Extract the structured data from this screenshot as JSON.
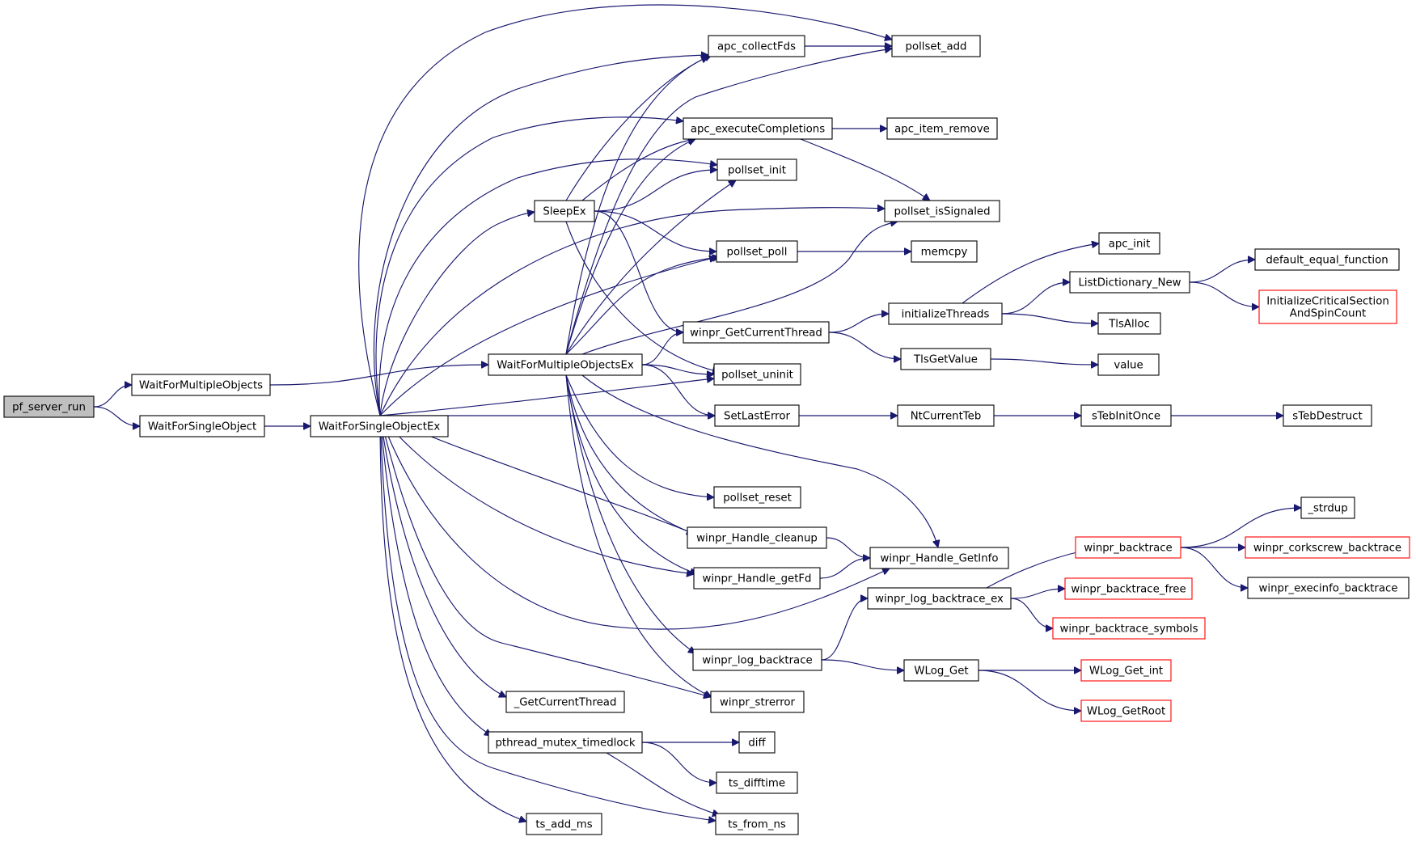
{
  "colors": {
    "edge": "#191970",
    "root_fill": "#bfbfbf",
    "node_border": "#000000",
    "truncated_border": "#ff0000"
  },
  "nodes": {
    "pf_server_run": {
      "label": [
        "pf_server_run"
      ],
      "kind": "root"
    },
    "WaitForMultipleObjects": {
      "label": [
        "WaitForMultipleObjects"
      ]
    },
    "WaitForSingleObject": {
      "label": [
        "WaitForSingleObject"
      ]
    },
    "WaitForSingleObjectEx": {
      "label": [
        "WaitForSingleObjectEx"
      ]
    },
    "WaitForMultipleObjectsEx": {
      "label": [
        "WaitForMultipleObjectsEx"
      ]
    },
    "SleepEx": {
      "label": [
        "SleepEx"
      ]
    },
    "apc_collectFds": {
      "label": [
        "apc_collectFds"
      ]
    },
    "pollset_add": {
      "label": [
        "pollset_add"
      ]
    },
    "apc_executeCompletions": {
      "label": [
        "apc_executeCompletions"
      ]
    },
    "apc_item_remove": {
      "label": [
        "apc_item_remove"
      ]
    },
    "pollset_init": {
      "label": [
        "pollset_init"
      ]
    },
    "pollset_isSignaled": {
      "label": [
        "pollset_isSignaled"
      ]
    },
    "pollset_poll": {
      "label": [
        "pollset_poll"
      ]
    },
    "memcpy": {
      "label": [
        "memcpy"
      ]
    },
    "apc_init": {
      "label": [
        "apc_init"
      ]
    },
    "ListDictionary_New": {
      "label": [
        "ListDictionary_New"
      ]
    },
    "default_equal_function": {
      "label": [
        "default_equal_function"
      ]
    },
    "InitializeCriticalSectionAndSpinCount": {
      "label": [
        "InitializeCriticalSection",
        "AndSpinCount"
      ],
      "kind": "truncated"
    },
    "initializeThreads": {
      "label": [
        "initializeThreads"
      ]
    },
    "TlsAlloc": {
      "label": [
        "TlsAlloc"
      ]
    },
    "winpr_GetCurrentThread": {
      "label": [
        "winpr_GetCurrentThread"
      ]
    },
    "TlsGetValue": {
      "label": [
        "TlsGetValue"
      ]
    },
    "value": {
      "label": [
        "value"
      ]
    },
    "pollset_uninit": {
      "label": [
        "pollset_uninit"
      ]
    },
    "SetLastError": {
      "label": [
        "SetLastError"
      ]
    },
    "NtCurrentTeb": {
      "label": [
        "NtCurrentTeb"
      ]
    },
    "sTebInitOnce": {
      "label": [
        "sTebInitOnce"
      ]
    },
    "sTebDestruct": {
      "label": [
        "sTebDestruct"
      ]
    },
    "pollset_reset": {
      "label": [
        "pollset_reset"
      ]
    },
    "_strdup": {
      "label": [
        "_strdup"
      ]
    },
    "winpr_Handle_cleanup": {
      "label": [
        "winpr_Handle_cleanup"
      ]
    },
    "winpr_backtrace": {
      "label": [
        "winpr_backtrace"
      ],
      "kind": "truncated"
    },
    "winpr_corkscrew_backtrace": {
      "label": [
        "winpr_corkscrew_backtrace"
      ],
      "kind": "truncated"
    },
    "winpr_Handle_GetInfo": {
      "label": [
        "winpr_Handle_GetInfo"
      ]
    },
    "winpr_Handle_getFd": {
      "label": [
        "winpr_Handle_getFd"
      ]
    },
    "winpr_execinfo_backtrace": {
      "label": [
        "winpr_execinfo_backtrace"
      ]
    },
    "winpr_log_backtrace_ex": {
      "label": [
        "winpr_log_backtrace_ex"
      ]
    },
    "winpr_backtrace_free": {
      "label": [
        "winpr_backtrace_free"
      ],
      "kind": "truncated"
    },
    "winpr_backtrace_symbols": {
      "label": [
        "winpr_backtrace_symbols"
      ],
      "kind": "truncated"
    },
    "winpr_log_backtrace": {
      "label": [
        "winpr_log_backtrace"
      ]
    },
    "WLog_Get": {
      "label": [
        "WLog_Get"
      ]
    },
    "WLog_Get_int": {
      "label": [
        "WLog_Get_int"
      ],
      "kind": "truncated"
    },
    "_GetCurrentThread": {
      "label": [
        "_GetCurrentThread"
      ]
    },
    "winpr_strerror": {
      "label": [
        "winpr_strerror"
      ]
    },
    "WLog_GetRoot": {
      "label": [
        "WLog_GetRoot"
      ],
      "kind": "truncated"
    },
    "pthread_mutex_timedlock": {
      "label": [
        "pthread_mutex_timedlock"
      ]
    },
    "diff": {
      "label": [
        "diff"
      ]
    },
    "ts_difftime": {
      "label": [
        "ts_difftime"
      ]
    },
    "ts_add_ms": {
      "label": [
        "ts_add_ms"
      ]
    },
    "ts_from_ns": {
      "label": [
        "ts_from_ns"
      ]
    }
  },
  "edges": [
    [
      "pf_server_run",
      "WaitForMultipleObjects"
    ],
    [
      "pf_server_run",
      "WaitForSingleObject"
    ],
    [
      "WaitForMultipleObjects",
      "WaitForMultipleObjectsEx"
    ],
    [
      "WaitForSingleObject",
      "WaitForSingleObjectEx"
    ],
    [
      "WaitForSingleObjectEx",
      "pollset_add"
    ],
    [
      "WaitForSingleObjectEx",
      "apc_collectFds"
    ],
    [
      "WaitForSingleObjectEx",
      "apc_executeCompletions"
    ],
    [
      "WaitForSingleObjectEx",
      "pollset_init"
    ],
    [
      "WaitForSingleObjectEx",
      "SleepEx"
    ],
    [
      "WaitForSingleObjectEx",
      "pollset_isSignaled"
    ],
    [
      "WaitForSingleObjectEx",
      "pollset_poll"
    ],
    [
      "WaitForSingleObjectEx",
      "pollset_uninit"
    ],
    [
      "WaitForSingleObjectEx",
      "SetLastError"
    ],
    [
      "WaitForSingleObjectEx",
      "winpr_Handle_cleanup"
    ],
    [
      "WaitForSingleObjectEx",
      "winpr_Handle_getFd"
    ],
    [
      "WaitForSingleObjectEx",
      "winpr_Handle_GetInfo"
    ],
    [
      "WaitForSingleObjectEx",
      "winpr_strerror"
    ],
    [
      "WaitForSingleObjectEx",
      "_GetCurrentThread"
    ],
    [
      "WaitForSingleObjectEx",
      "pthread_mutex_timedlock"
    ],
    [
      "WaitForSingleObjectEx",
      "ts_from_ns"
    ],
    [
      "WaitForSingleObjectEx",
      "ts_add_ms"
    ],
    [
      "SleepEx",
      "apc_collectFds"
    ],
    [
      "SleepEx",
      "apc_executeCompletions"
    ],
    [
      "SleepEx",
      "pollset_init"
    ],
    [
      "SleepEx",
      "pollset_poll"
    ],
    [
      "SleepEx",
      "winpr_GetCurrentThread"
    ],
    [
      "SleepEx",
      "pollset_uninit"
    ],
    [
      "WaitForMultipleObjectsEx",
      "apc_collectFds"
    ],
    [
      "WaitForMultipleObjectsEx",
      "pollset_add"
    ],
    [
      "WaitForMultipleObjectsEx",
      "apc_executeCompletions"
    ],
    [
      "WaitForMultipleObjectsEx",
      "pollset_init"
    ],
    [
      "WaitForMultipleObjectsEx",
      "pollset_isSignaled"
    ],
    [
      "WaitForMultipleObjectsEx",
      "pollset_poll"
    ],
    [
      "WaitForMultipleObjectsEx",
      "winpr_GetCurrentThread"
    ],
    [
      "WaitForMultipleObjectsEx",
      "pollset_uninit"
    ],
    [
      "WaitForMultipleObjectsEx",
      "SetLastError"
    ],
    [
      "WaitForMultipleObjectsEx",
      "pollset_reset"
    ],
    [
      "WaitForMultipleObjectsEx",
      "winpr_Handle_cleanup"
    ],
    [
      "WaitForMultipleObjectsEx",
      "winpr_Handle_getFd"
    ],
    [
      "WaitForMultipleObjectsEx",
      "winpr_Handle_GetInfo"
    ],
    [
      "WaitForMultipleObjectsEx",
      "winpr_log_backtrace"
    ],
    [
      "WaitForMultipleObjectsEx",
      "winpr_strerror"
    ],
    [
      "apc_collectFds",
      "pollset_add"
    ],
    [
      "apc_executeCompletions",
      "apc_item_remove"
    ],
    [
      "apc_executeCompletions",
      "pollset_isSignaled"
    ],
    [
      "pollset_poll",
      "memcpy"
    ],
    [
      "winpr_GetCurrentThread",
      "initializeThreads"
    ],
    [
      "winpr_GetCurrentThread",
      "TlsGetValue"
    ],
    [
      "initializeThreads",
      "apc_init"
    ],
    [
      "initializeThreads",
      "ListDictionary_New"
    ],
    [
      "initializeThreads",
      "TlsAlloc"
    ],
    [
      "ListDictionary_New",
      "default_equal_function"
    ],
    [
      "ListDictionary_New",
      "InitializeCriticalSectionAndSpinCount"
    ],
    [
      "TlsGetValue",
      "value"
    ],
    [
      "SetLastError",
      "NtCurrentTeb"
    ],
    [
      "NtCurrentTeb",
      "sTebInitOnce"
    ],
    [
      "sTebInitOnce",
      "sTebDestruct"
    ],
    [
      "winpr_Handle_cleanup",
      "winpr_Handle_GetInfo"
    ],
    [
      "winpr_Handle_getFd",
      "winpr_Handle_GetInfo"
    ],
    [
      "winpr_log_backtrace",
      "winpr_log_backtrace_ex"
    ],
    [
      "winpr_log_backtrace",
      "WLog_Get"
    ],
    [
      "winpr_log_backtrace_ex",
      "winpr_backtrace"
    ],
    [
      "winpr_log_backtrace_ex",
      "winpr_backtrace_free"
    ],
    [
      "winpr_log_backtrace_ex",
      "winpr_backtrace_symbols"
    ],
    [
      "winpr_backtrace",
      "_strdup"
    ],
    [
      "winpr_backtrace",
      "winpr_corkscrew_backtrace"
    ],
    [
      "winpr_backtrace",
      "winpr_execinfo_backtrace"
    ],
    [
      "WLog_Get",
      "WLog_Get_int"
    ],
    [
      "WLog_Get",
      "WLog_GetRoot"
    ],
    [
      "pthread_mutex_timedlock",
      "diff"
    ],
    [
      "pthread_mutex_timedlock",
      "ts_difftime"
    ],
    [
      "pthread_mutex_timedlock",
      "ts_from_ns"
    ]
  ]
}
